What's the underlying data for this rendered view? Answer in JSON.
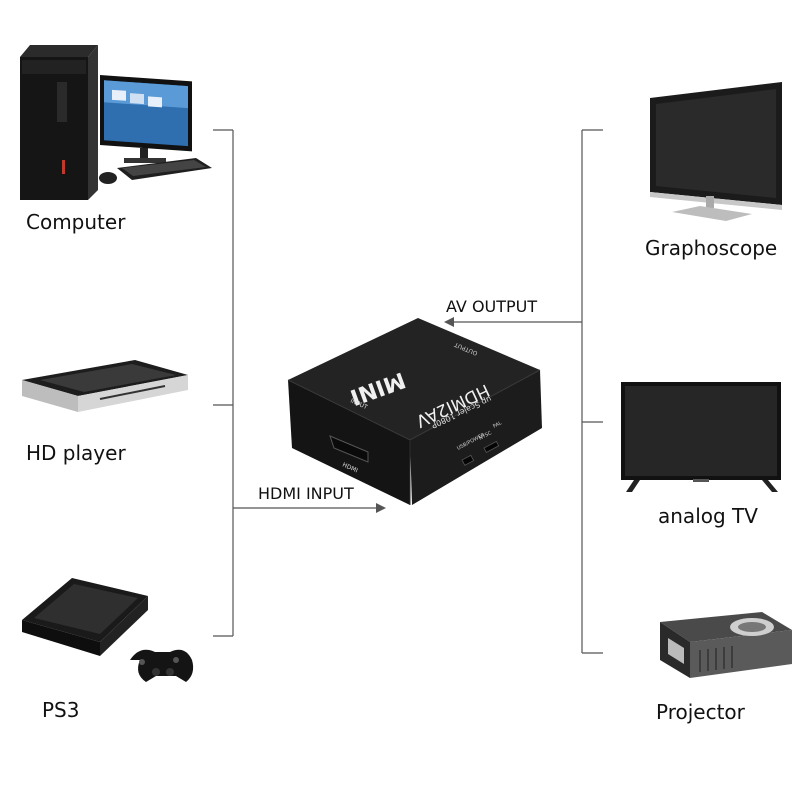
{
  "sources": [
    {
      "label": "Computer",
      "icon": "computer-icon"
    },
    {
      "label": "HD player",
      "icon": "hd-player-icon"
    },
    {
      "label": "PS3",
      "icon": "ps3-console-icon"
    }
  ],
  "outputs": [
    {
      "label": "Graphoscope",
      "icon": "monitor-icon"
    },
    {
      "label": "analog TV",
      "icon": "tv-icon"
    },
    {
      "label": "Projector",
      "icon": "projector-icon"
    }
  ],
  "flows": {
    "input_label": "HDMI INPUT",
    "output_label": "AV OUTPUT"
  },
  "device": {
    "top_text": "MINI",
    "title": "HDMI2AV",
    "subtitle": "up Scaler 1080P",
    "input_port_label": "INPUT",
    "output_port_label": "OUTPUT",
    "hdmi_label": "HDMI",
    "usb_label": "USB/POWER",
    "switch_label_left": "NTSC",
    "switch_label_right": "PAL"
  },
  "colors": {
    "line": "#555555",
    "device_body": "#1a1a1a",
    "device_text": "#e8e8e8"
  }
}
